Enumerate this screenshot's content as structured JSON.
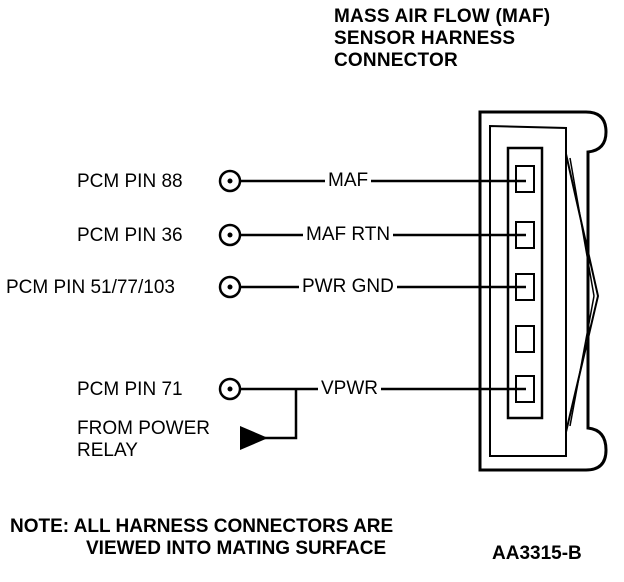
{
  "title": {
    "line1": "MASS AIR FLOW (MAF)",
    "line2": "SENSOR HARNESS",
    "line3": "CONNECTOR"
  },
  "circuits": [
    {
      "pin_label": "PCM PIN 88",
      "signal": "MAF"
    },
    {
      "pin_label": "PCM PIN 36",
      "signal": "MAF RTN"
    },
    {
      "pin_label": "PCM PIN 51/77/103",
      "signal": "PWR GND"
    },
    {
      "pin_label": "PCM PIN 71",
      "signal": "VPWR"
    }
  ],
  "power_source": {
    "line1": "FROM POWER",
    "line2": "RELAY"
  },
  "note": {
    "line1": "NOTE: ALL HARNESS CONNECTORS ARE",
    "line2": "VIEWED INTO MATING SURFACE"
  },
  "figure_id": "AA3315-B"
}
